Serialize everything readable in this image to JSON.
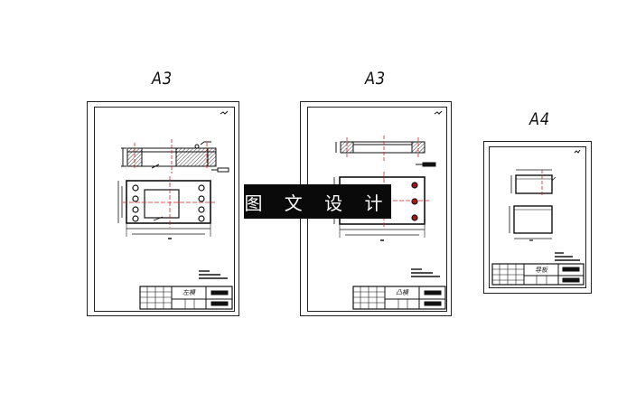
{
  "sheets": [
    {
      "size_label": "A3",
      "title_block_text": "左模"
    },
    {
      "size_label": "A3",
      "title_block_text": "凸模"
    },
    {
      "size_label": "A4",
      "title_block_text": "导板"
    }
  ],
  "watermark": {
    "text": "图 文 设 计"
  },
  "colors": {
    "outline": "#111111",
    "centerline": "#d42020",
    "hatch": "#111111",
    "background": "#ffffff"
  }
}
